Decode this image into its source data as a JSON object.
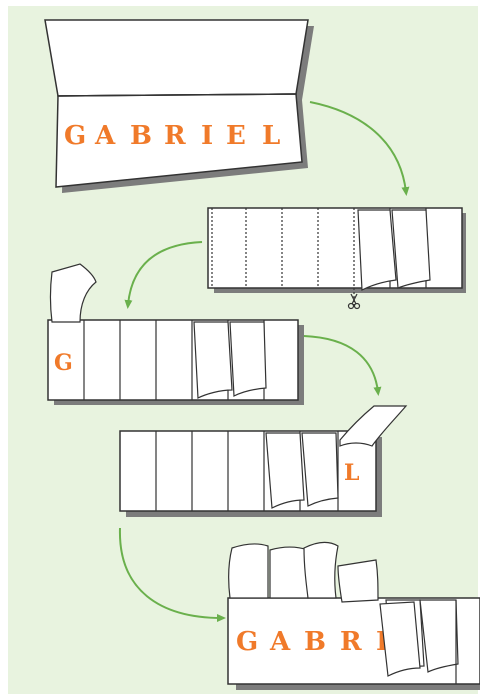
{
  "colors": {
    "background": "#e8f3df",
    "paper": "#ffffff",
    "outline": "#333333",
    "shadow": "#7c7c7c",
    "letters": "#f07a2a",
    "arrows": "#6ab04c"
  },
  "steps": {
    "step1": {
      "letters": [
        "G",
        "A",
        "B",
        "R",
        "I",
        "E",
        "L"
      ]
    },
    "step3": {
      "letter": "G"
    },
    "step4": {
      "letter": "L"
    },
    "step5": {
      "letters": [
        "G",
        "A",
        "B",
        "R",
        "I"
      ]
    }
  },
  "icons": [
    "scissors-icon",
    "curved-arrow-icon"
  ]
}
